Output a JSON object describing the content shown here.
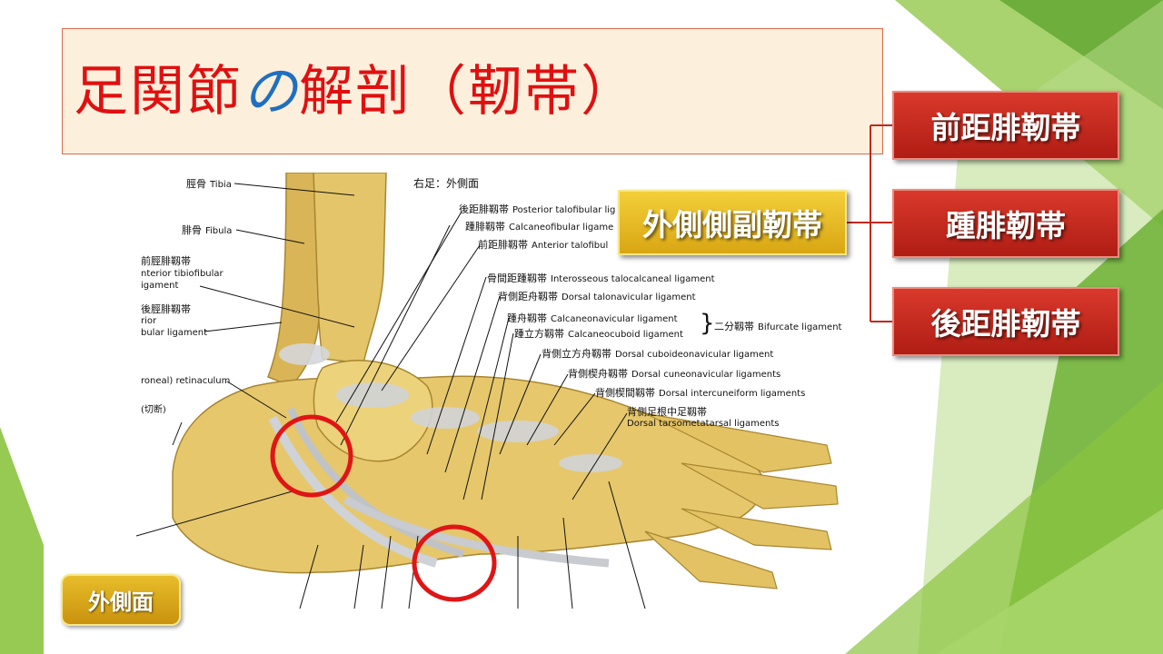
{
  "title": {
    "part1": "足関節",
    "part2": "の",
    "part3": "解剖（靭帯）"
  },
  "figure_heading": "右足：外側面",
  "labels": [
    {
      "ja": "脛骨",
      "en": "Tibia"
    },
    {
      "ja": "腓骨",
      "en": "Fibula"
    },
    {
      "ja": "前脛腓靱帯",
      "en": "nterior tibiofibular"
    },
    {
      "ja": "",
      "en": "igament"
    },
    {
      "ja": "後脛腓靱帯",
      "en": ""
    },
    {
      "ja": "",
      "en": "rior"
    },
    {
      "ja": "",
      "en": "bular ligament"
    },
    {
      "ja": "",
      "en": "roneal) retinaculum"
    },
    {
      "ja": "",
      "en": "(切断)"
    },
    {
      "ja": "後距腓靱帯",
      "en": "Posterior talofibular lig"
    },
    {
      "ja": "踵腓靱帯",
      "en": "Calcaneofibular ligame"
    },
    {
      "ja": "前距腓靱帯",
      "en": "Anterior talofibul"
    },
    {
      "ja": "骨間距踵靱帯",
      "en": "Interosseous talocalcaneal ligament"
    },
    {
      "ja": "背側距舟靱帯",
      "en": "Dorsal talonavicular ligament"
    },
    {
      "ja": "踵舟靱帯",
      "en": "Calcaneonavicular ligament"
    },
    {
      "ja": "踵立方靱帯",
      "en": "Calcaneocuboid ligament"
    },
    {
      "ja": "二分靱帯",
      "en": "Bifurcate ligament"
    },
    {
      "ja": "背側立方舟靱帯",
      "en": "Dorsal cuboideonavicular ligament"
    },
    {
      "ja": "背側楔舟靱帯",
      "en": "Dorsal cuneonavicular ligaments"
    },
    {
      "ja": "背側楔間靱帯",
      "en": "Dorsal intercuneiform ligaments"
    },
    {
      "ja": "背側足根中足靱帯",
      "en": ""
    },
    {
      "ja": "",
      "en": "Dorsal tarsometatarsal ligaments"
    }
  ],
  "lateral_ligament": "外側側副靭帯",
  "ligaments": [
    "前距腓靭帯",
    "踵腓靭帯",
    "後距腓靭帯"
  ],
  "view_label": "外側面",
  "colors": {
    "title_red": "#e01010",
    "title_blue": "#1f6fc0",
    "gold": "#e0b020",
    "red_box": "#c0281d",
    "circle": "#e01515",
    "green": "#7cc242"
  }
}
